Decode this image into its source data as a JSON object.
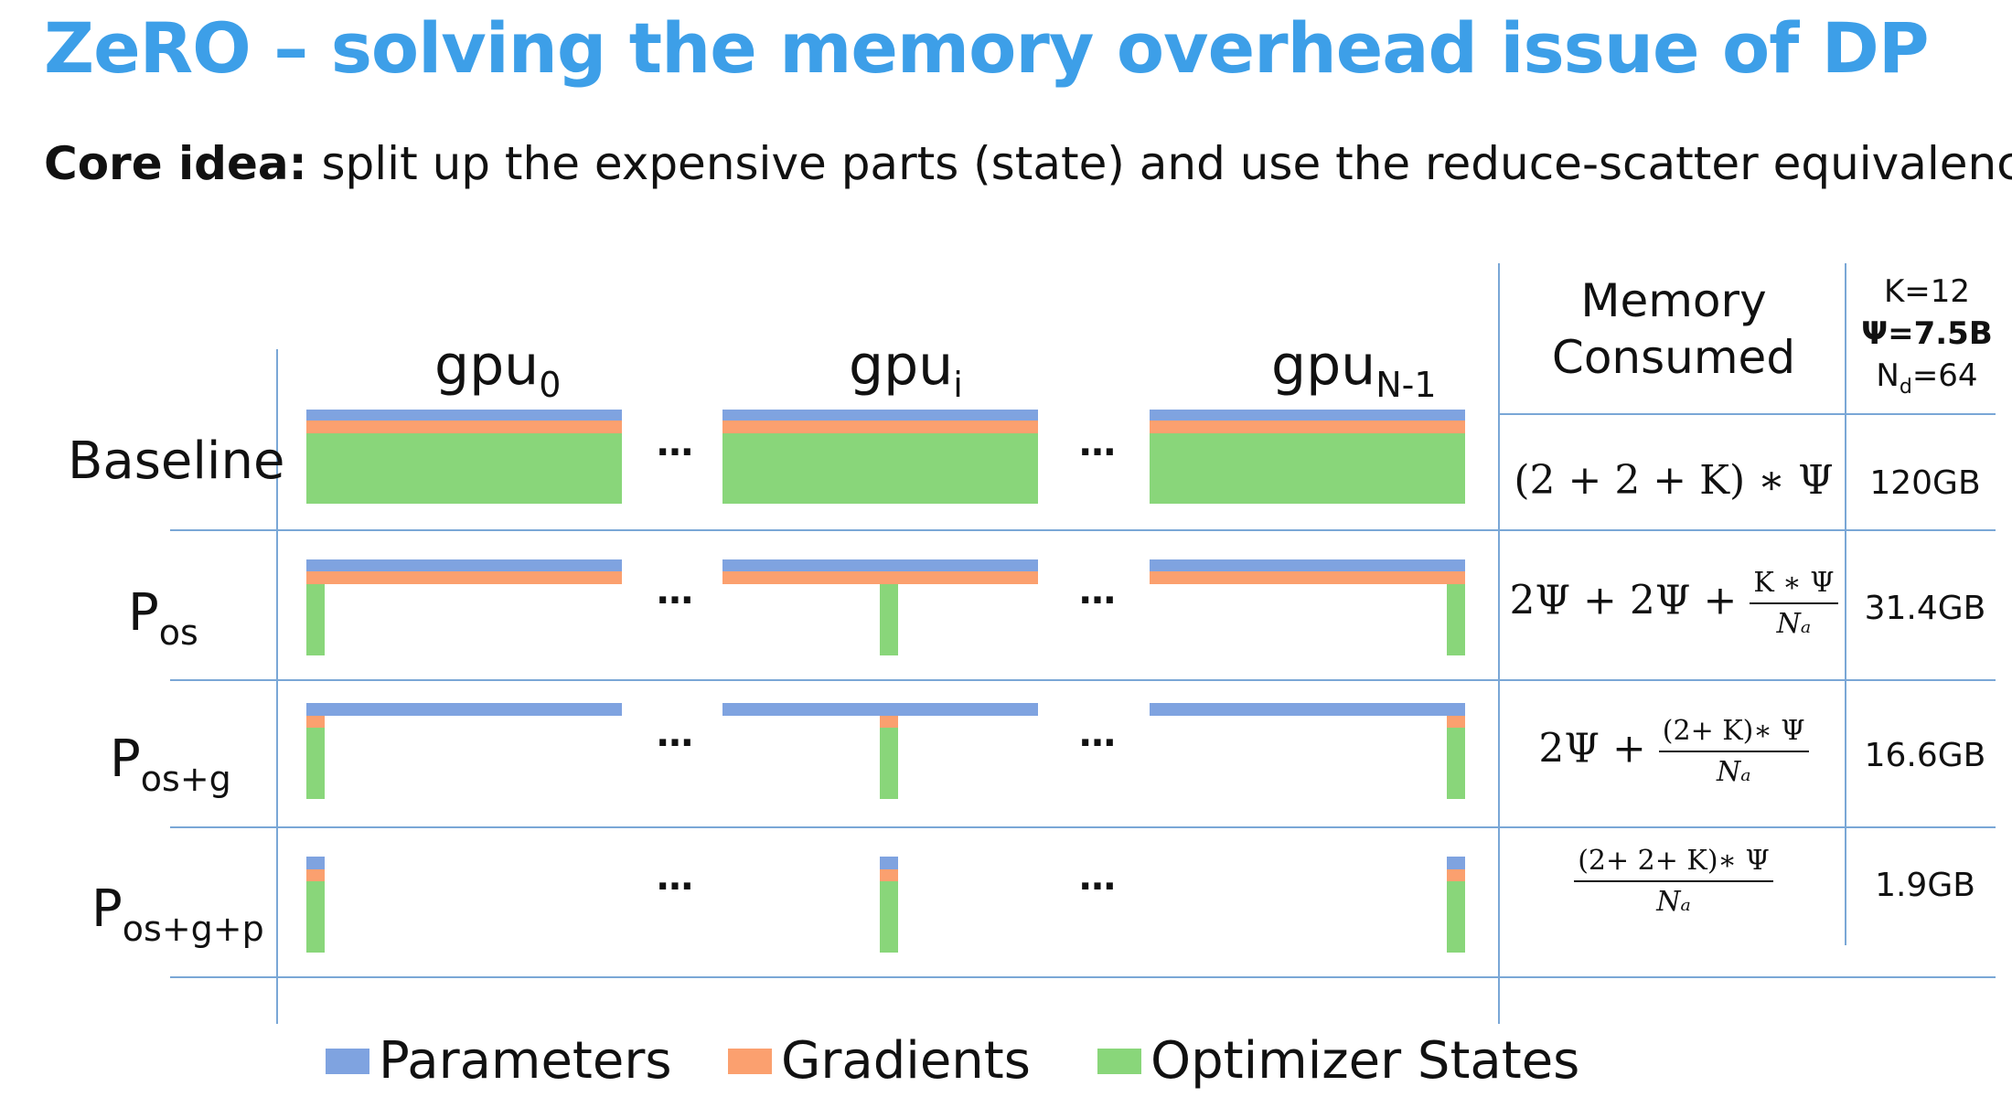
{
  "title": "ZeRO – solving the memory overhead issue of DP",
  "core_idea": {
    "lead": "Core idea:",
    "text": " split up the expensive parts (state) and use the reduce-scatter equivalence."
  },
  "columns": {
    "gpu0": {
      "base": "gpu",
      "sub": "0"
    },
    "gpui": {
      "base": "gpu",
      "sub": "i"
    },
    "gpuN": {
      "base": "gpu",
      "sub": "N-1"
    }
  },
  "dots": "…",
  "rows": [
    {
      "label": "Baseline",
      "sub": "",
      "formula": "(2 + 2 + K) ∗ Ψ",
      "memory": "120GB"
    },
    {
      "label": "P",
      "sub": "os",
      "formula_lead": "2Ψ + 2Ψ + ",
      "frac_num": "K ∗ Ψ",
      "frac_den": "Nₐ",
      "memory": "31.4GB"
    },
    {
      "label": "P",
      "sub": "os+g",
      "formula_lead": "2Ψ + ",
      "frac_num": "(2+ K)∗ Ψ",
      "frac_den": "Nₐ",
      "memory": "16.6GB"
    },
    {
      "label": "P",
      "sub": "os+g+p",
      "formula_lead": "",
      "frac_num": "(2+ 2+ K)∗ Ψ",
      "frac_den": "Nₐ",
      "memory": "1.9GB"
    }
  ],
  "memory_header": [
    "Memory",
    "Consumed"
  ],
  "params_header": {
    "k": "K=12",
    "psi": "Ψ=7.5B",
    "nd_base": "N",
    "nd_sub": "d",
    "nd_val": "=64"
  },
  "legend": [
    {
      "label": "Parameters",
      "color": "#7fa3e0"
    },
    {
      "label": "Gradients",
      "color": "#fba06f"
    },
    {
      "label": "Optimizer States",
      "color": "#89d67a"
    }
  ]
}
